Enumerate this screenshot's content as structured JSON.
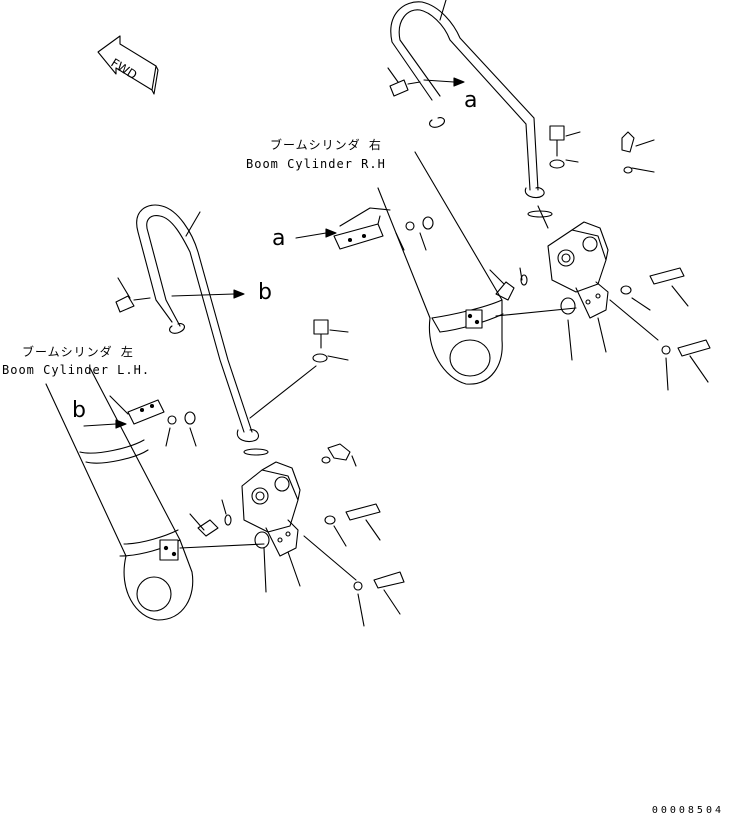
{
  "labels": {
    "rh_jp": "ブームシリンダ 右",
    "rh_en": "Boom Cylinder R.H",
    "lh_jp": "ブームシリンダ 左",
    "lh_en": "Boom Cylinder L.H.",
    "ref_a": "a",
    "ref_b": "b",
    "fwd": "FWD",
    "drawing_no": "00008504"
  },
  "colors": {
    "line": "#000000",
    "background": "#ffffff"
  },
  "icons": [
    "fwd-arrow-icon"
  ]
}
